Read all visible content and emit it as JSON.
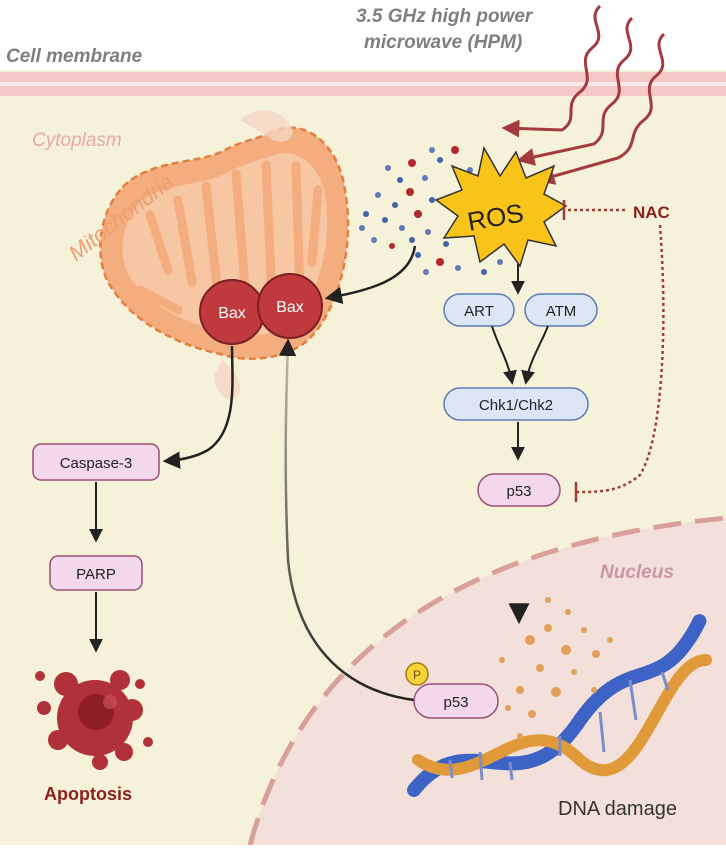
{
  "labels": {
    "cell_membrane": "Cell membrane",
    "hpm_line1": "3.5 GHz high power",
    "hpm_line2": "microwave (HPM)",
    "cytoplasm": "Cytoplasm",
    "mitochondria": "Mitochondria",
    "nucleus": "Nucleus",
    "dna_damage": "DNA damage",
    "apoptosis": "Apoptosis",
    "ros": "ROS",
    "nac": "NAC",
    "phospho": "P"
  },
  "boxes": {
    "bax_left": "Bax",
    "bax_right": "Bax",
    "art": "ART",
    "atm": "ATM",
    "chk": "Chk1/Chk2",
    "p53_top": "p53",
    "p53_nucleus": "p53",
    "caspase3": "Caspase-3",
    "parp": "PARP"
  },
  "colors": {
    "background": "#f6f1d9",
    "membrane": "#f4c8c6",
    "nucleus_fill": "#f4e0da",
    "nucleus_border": "#d9a09b",
    "label_gray": "#7f7f7f",
    "dark_red": "#8b2222",
    "mito_orange": "#f2a86f",
    "bax_red": "#c0393d",
    "blue_box_fill": "#dde6f6",
    "blue_box_border": "#5d7bb8",
    "pink_box_fill": "#f3d7ea",
    "pink_box_border": "#9a4f77",
    "ros_yellow": "#f8c41a"
  }
}
